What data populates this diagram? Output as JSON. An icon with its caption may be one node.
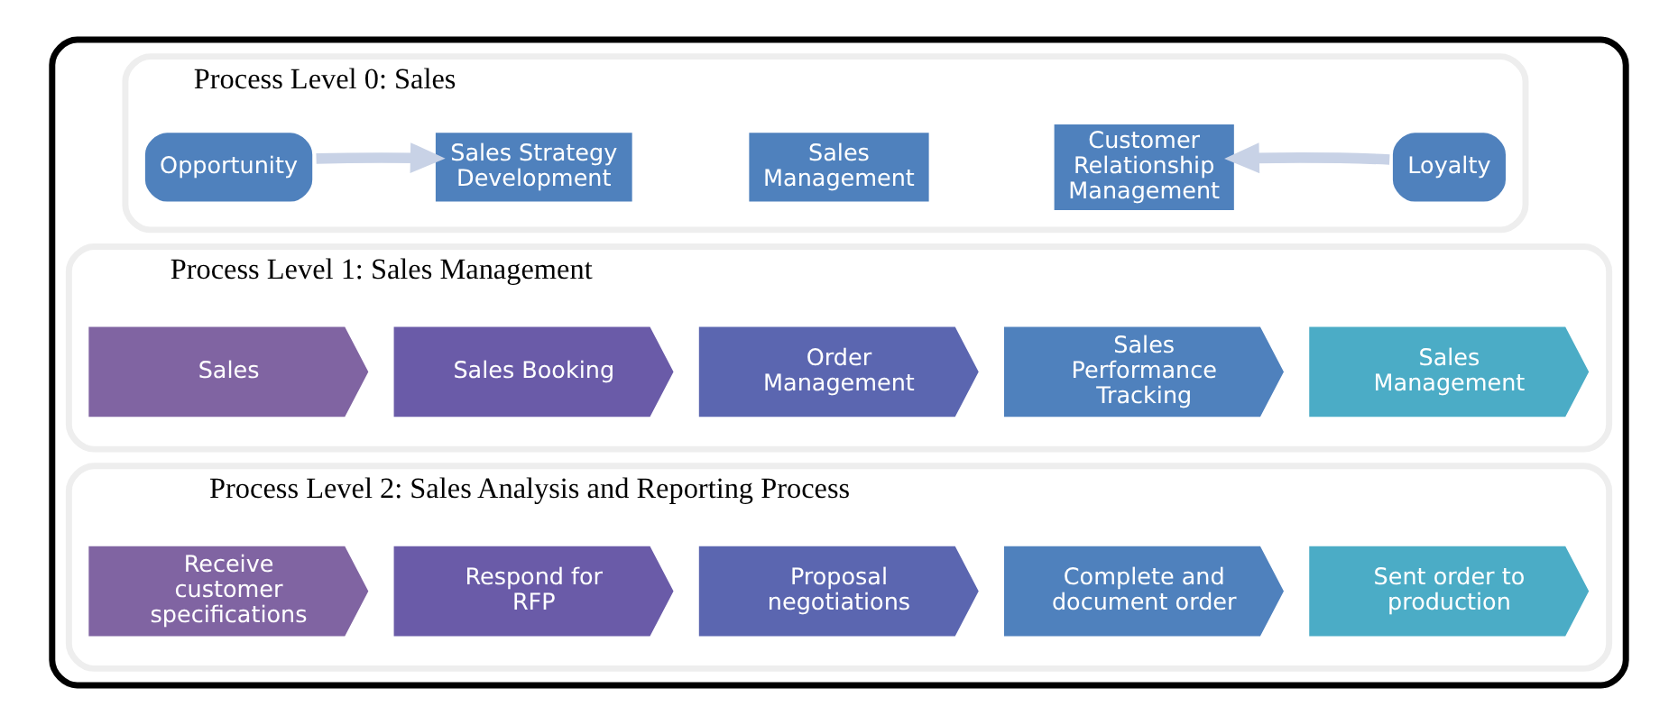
{
  "diagram": {
    "nodes": [
      {
        "text": [],
        "shape": "box"
      },
      {
        "text": [
          "Process Level 0: Sales"
        ],
        "in": 0
      },
      {
        "text": [
          "Opportunity"
        ],
        "in": 1
      },
      {
        "text": [
          "Sales Strategy Development"
        ],
        "in": 1
      },
      {
        "text": [
          "Sales Management"
        ],
        "in": 1
      },
      {
        "text": [
          "Customer Relationship Management"
        ],
        "in": 1
      },
      {
        "text": [
          "Loyalty"
        ],
        "in": 1
      },
      {
        "text": [
          "Process Level 1: Sales Management"
        ],
        "in": 0
      },
      {
        "text": [
          "Sales"
        ],
        "in": 7
      },
      {
        "text": [
          "Sales Booking"
        ],
        "in": 7
      },
      {
        "text": [
          "Order Management"
        ],
        "in": 7
      },
      {
        "text": [
          "Sales Performance Tracking"
        ],
        "in": 7
      },
      {
        "text": [
          "Sales Management"
        ],
        "in": 7
      },
      {
        "text": [
          "Process Level 2: Sales Analysis and Reporting Process"
        ],
        "in": 0
      },
      {
        "text": [
          "Receive customer specifications"
        ],
        "in": 13
      },
      {
        "text": [
          "Respond for RFP"
        ],
        "in": 13
      },
      {
        "text": [
          "Proposal negotiations"
        ],
        "in": 13
      },
      {
        "text": [
          "Complete and document order"
        ],
        "in": 13
      },
      {
        "text": [
          "Sent order to production"
        ],
        "in": 13
      }
    ],
    "edges": [
      {
        "from": 2,
        "to": 3,
        "arrow": "to"
      },
      {
        "from": 6,
        "to": 5,
        "arrow": "to"
      }
    ]
  }
}
